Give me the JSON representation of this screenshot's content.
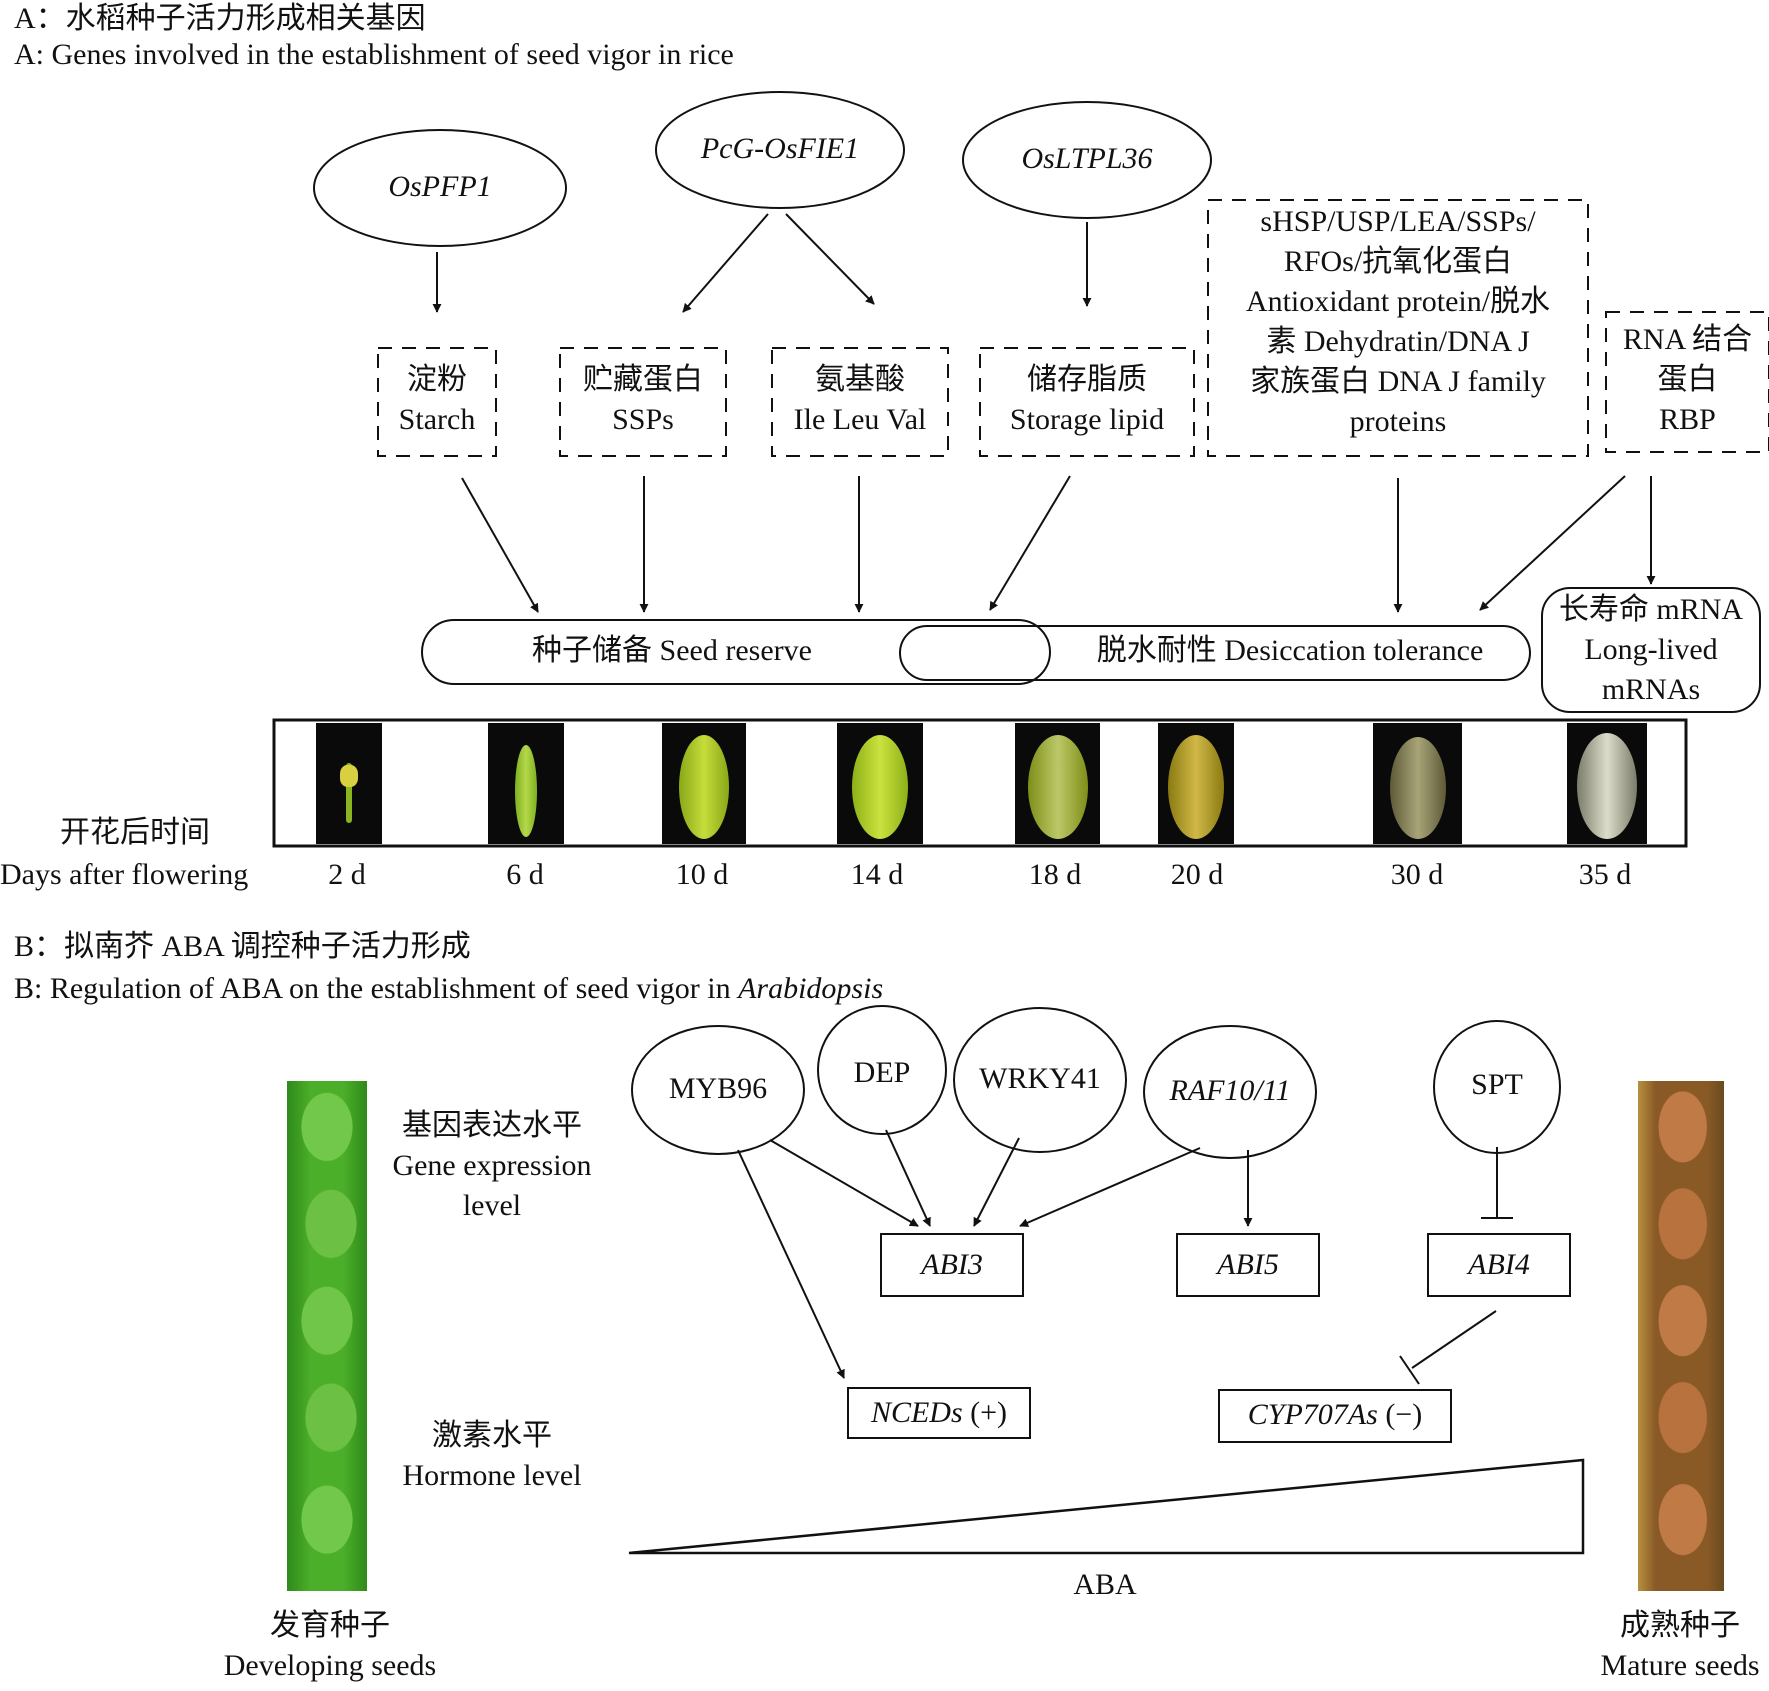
{
  "panelA": {
    "title_cn": "A：水稻种子活力形成相关基因",
    "title_en": "A: Genes involved in the establishment of seed vigor in rice",
    "genes": [
      {
        "id": "ospfp1",
        "label": "OsPFP1"
      },
      {
        "id": "pcg_osfie1",
        "label": "PcG-OsFIE1"
      },
      {
        "id": "osltpl36",
        "label": "OsLTPL36"
      }
    ],
    "components": [
      {
        "id": "starch",
        "lines": [
          "淀粉",
          "Starch"
        ]
      },
      {
        "id": "ssps",
        "lines": [
          "贮藏蛋白",
          "SSPs"
        ]
      },
      {
        "id": "amino_acids",
        "lines": [
          "氨基酸",
          "Ile Leu Val"
        ]
      },
      {
        "id": "storage_lipid",
        "lines": [
          "储存脂质",
          "Storage lipid"
        ]
      },
      {
        "id": "protective",
        "lines": [
          "sHSP/USP/LEA/SSPs/",
          "RFOs/抗氧化蛋白",
          "Antioxidant protein/脱水",
          "素 Dehydratin/DNA J",
          "家族蛋白 DNA J family",
          "proteins"
        ]
      },
      {
        "id": "rbp",
        "lines": [
          "RNA 结合",
          "蛋白",
          "RBP"
        ]
      }
    ],
    "outcomes": {
      "seed_reserve": "种子储备 Seed reserve",
      "desiccation_tolerance": "脱水耐性 Desiccation tolerance",
      "long_lived_mrna": [
        "长寿命 mRNA",
        "Long-lived",
        "mRNAs"
      ]
    },
    "timeline": {
      "label_cn": "开花后时间",
      "label_en": "Days after flowering",
      "days": [
        "2 d",
        "6 d",
        "10 d",
        "14 d",
        "18 d",
        "20 d",
        "30 d",
        "35 d"
      ]
    }
  },
  "panelB": {
    "title_cn": "B：拟南芥 ABA 调控种子活力形成",
    "title_en_prefix": "B: Regulation of ABA on the establishment of seed vigor in ",
    "title_en_italic": "Arabidopsis",
    "regulators": [
      {
        "id": "myb96",
        "label": "MYB96",
        "italic": false
      },
      {
        "id": "dep",
        "label": "DEP",
        "italic": false
      },
      {
        "id": "wrky41",
        "label": "WRKY41",
        "italic": false
      },
      {
        "id": "raf10_11",
        "label": "RAF10/11",
        "italic": true
      },
      {
        "id": "spt",
        "label": "SPT",
        "italic": false
      }
    ],
    "targets": [
      {
        "id": "abi3",
        "label": "ABI3"
      },
      {
        "id": "abi5",
        "label": "ABI5"
      },
      {
        "id": "abi4",
        "label": "ABI4"
      }
    ],
    "enzymes": [
      {
        "id": "nceds",
        "label_italic": "NCEDs",
        "suffix": " (+)"
      },
      {
        "id": "cyp707as",
        "label_italic": "CYP707As",
        "suffix": " (−)"
      }
    ],
    "gene_expression_label": [
      "基因表达水平",
      "Gene expression",
      "level"
    ],
    "hormone_label": [
      "激素水平",
      "Hormone level"
    ],
    "aba_label": "ABA",
    "developing_seeds": [
      "发育种子",
      "Developing seeds"
    ],
    "mature_seeds": [
      "成熟种子",
      "Mature seeds"
    ]
  },
  "colors": {
    "line": "#111111",
    "developing_seed_green": "#4caf2a",
    "mature_seed_brown": "#a8642e"
  }
}
